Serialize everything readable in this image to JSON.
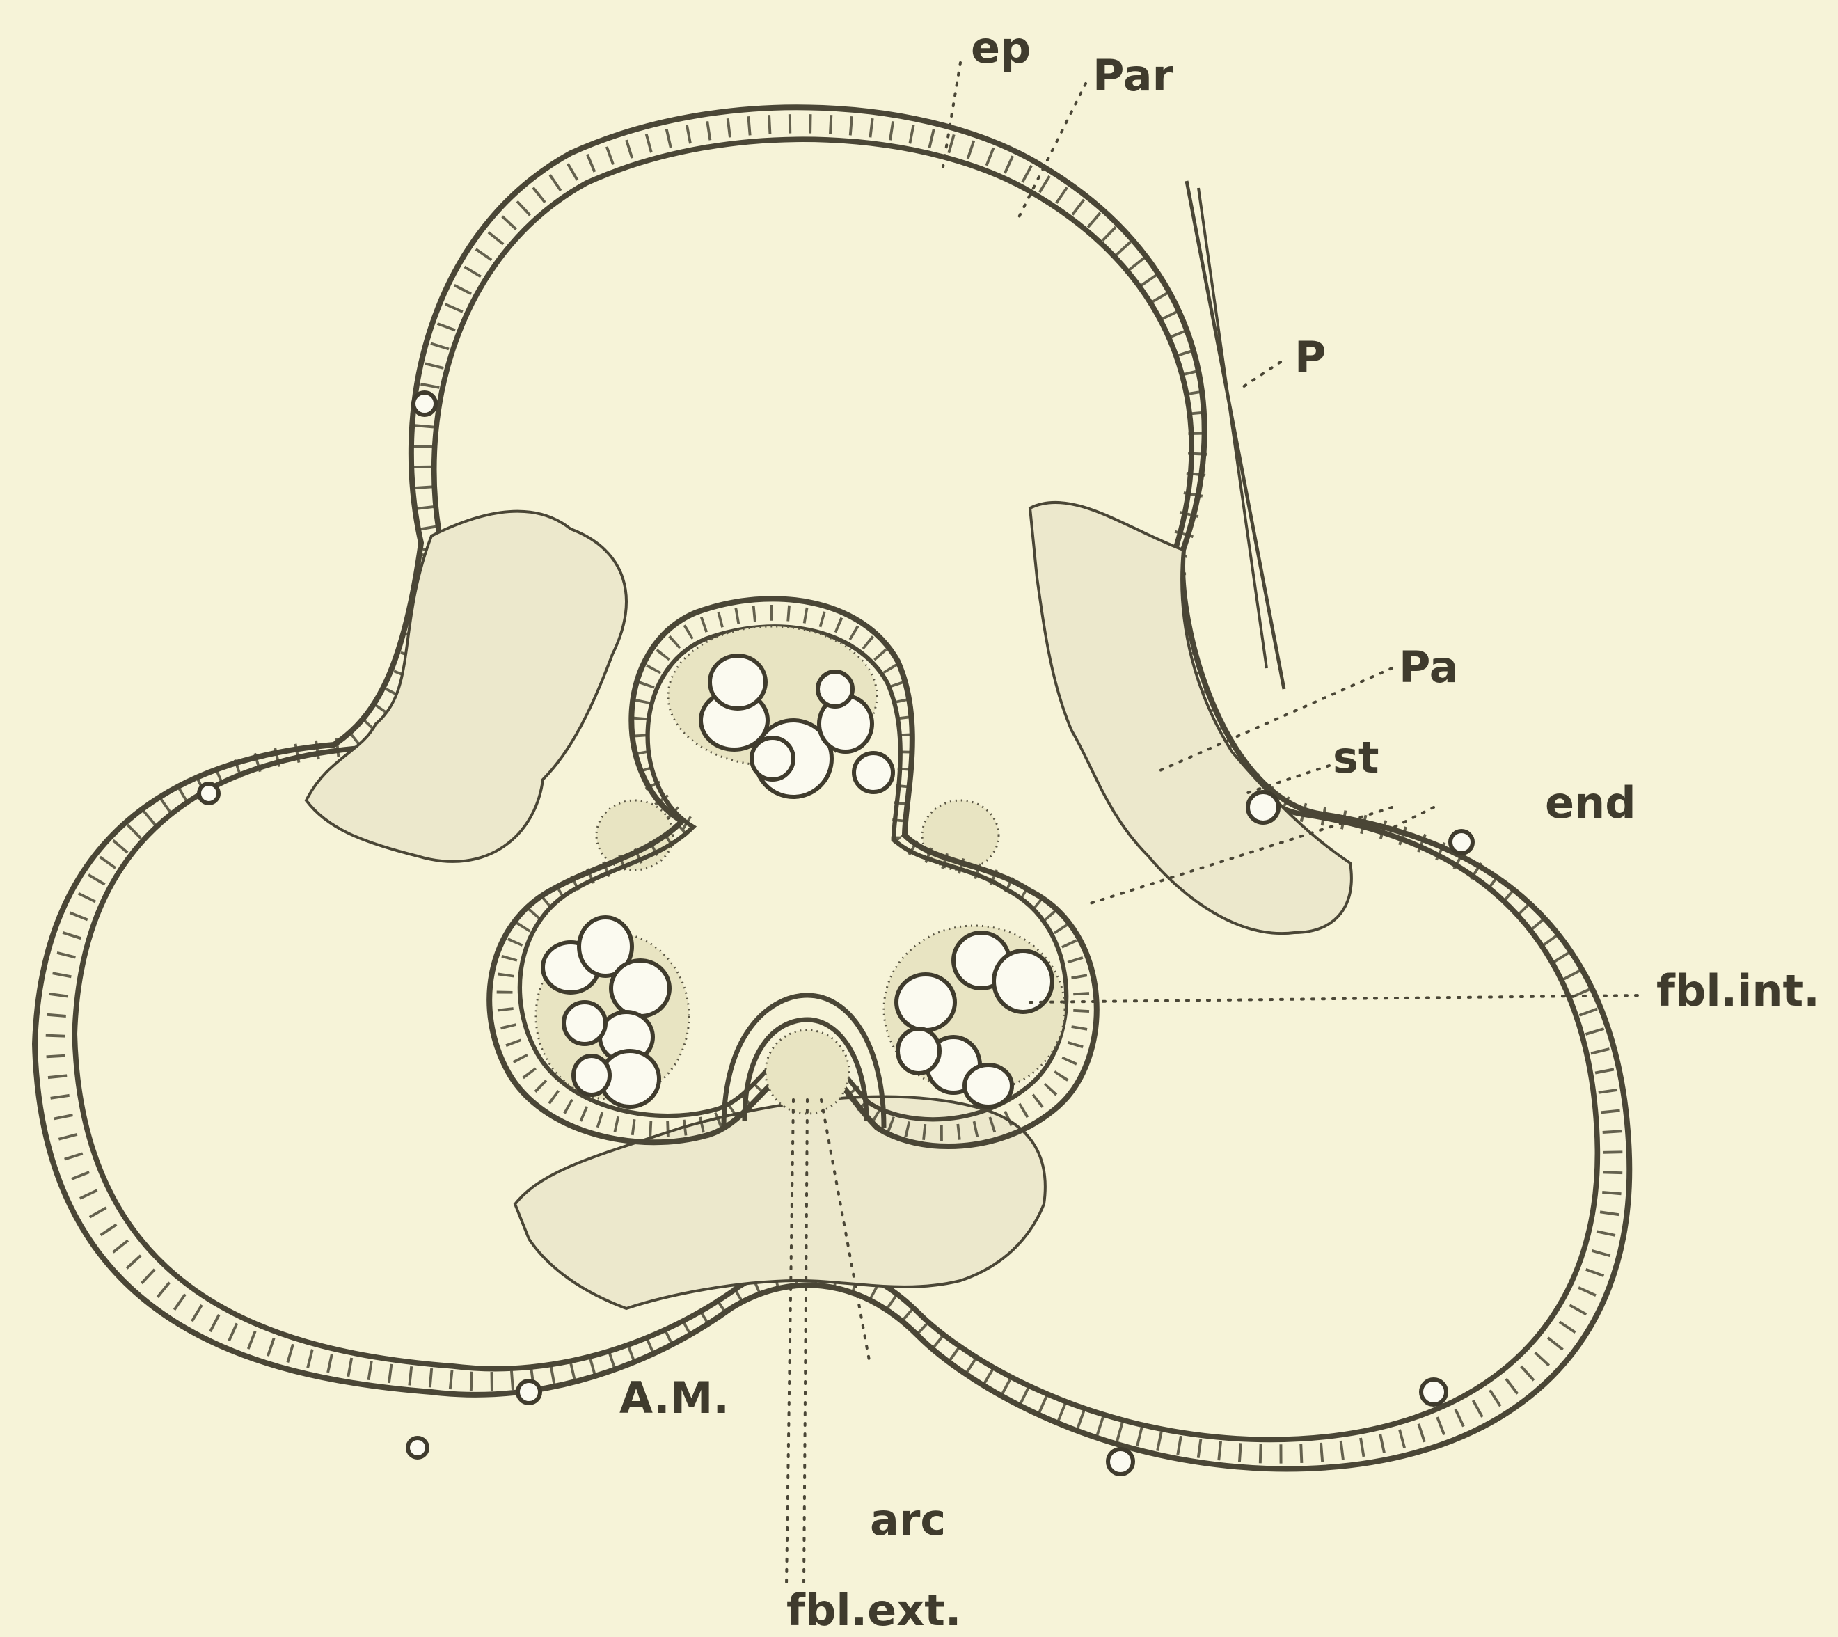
{
  "labels": {
    "ep": "ep",
    "par": "Par",
    "p": "P",
    "pa": "Pa",
    "st": "st",
    "end": "end",
    "fbl_int": "fbl.int.",
    "am": "A.M.",
    "arc": "arc",
    "fbl_ext": "fbl.ext."
  },
  "colors": {
    "paper": "#f6f3d8",
    "ink": "#4a4636",
    "tissue": "#ece8cc"
  }
}
